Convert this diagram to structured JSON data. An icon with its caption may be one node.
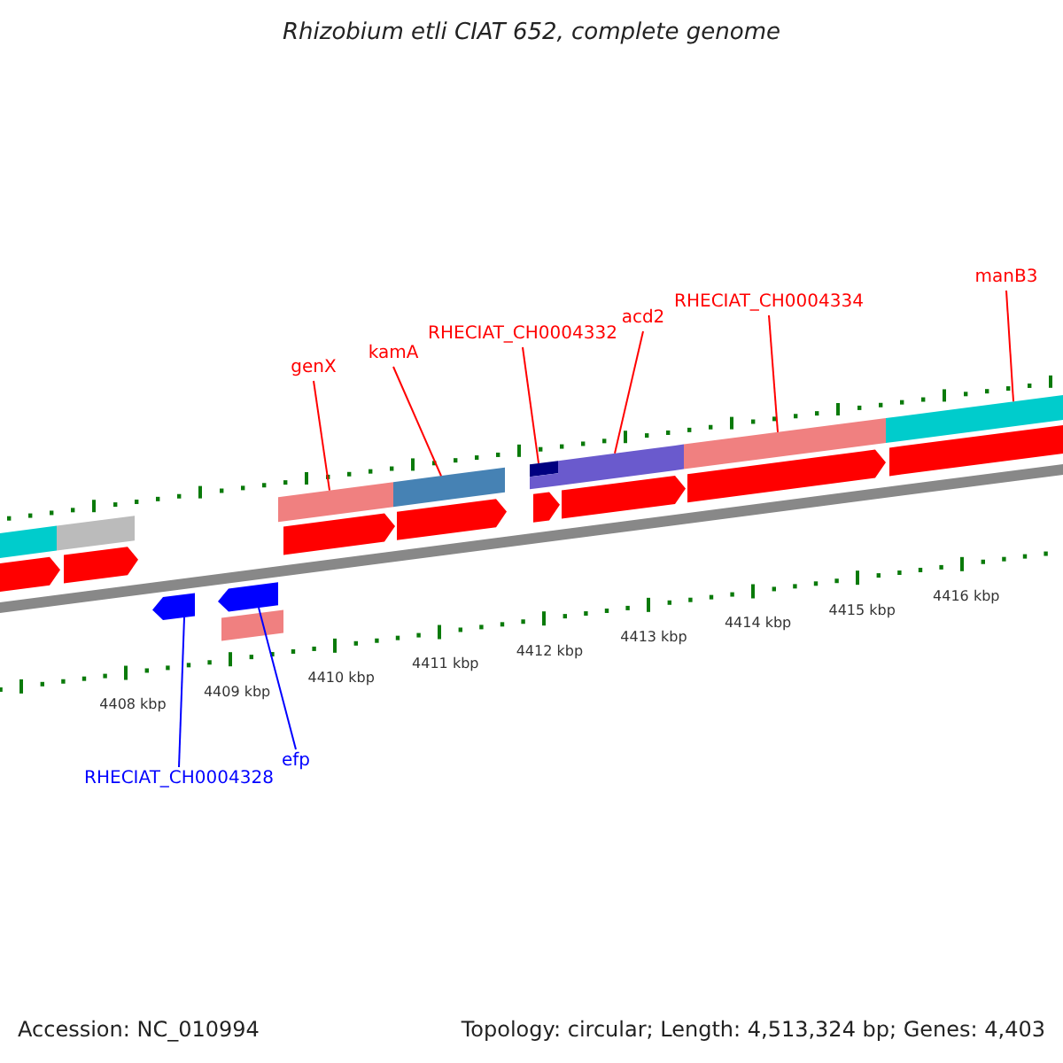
{
  "diagram": {
    "title": "Rhizobium etli CIAT 652, complete genome",
    "nodes": [
      {
        "text": [
          "genX"
        ]
      },
      {
        "text": [
          "kamA"
        ]
      },
      {
        "text": [
          "RHECIAT_CH0004332"
        ]
      },
      {
        "text": [
          "acd2"
        ]
      },
      {
        "text": [
          "RHECIAT_CH0004334"
        ]
      },
      {
        "text": [
          "manB3"
        ]
      },
      {
        "text": [
          "RHECIAT_CH0004328"
        ]
      },
      {
        "text": [
          "efp"
        ]
      },
      {
        "text": [],
        "shape": "pentagon"
      },
      {
        "text": [],
        "shape": "pentagon"
      },
      {
        "text": [],
        "shape": "bar"
      },
      {
        "text": [],
        "shape": "bar"
      },
      {
        "text": [],
        "shape": "bar"
      },
      {
        "text": [],
        "shape": "bar"
      },
      {
        "text": [],
        "shape": "bar"
      },
      {
        "text": [],
        "shape": "bar"
      },
      {
        "text": [],
        "shape": "bar"
      },
      {
        "text": [],
        "shape": "bar"
      },
      {
        "text": [],
        "shape": "pentagon"
      },
      {
        "text": [],
        "shape": "pentagon"
      },
      {
        "text": [],
        "shape": "pentagon"
      },
      {
        "text": [],
        "shape": "pentagon"
      },
      {
        "text": [],
        "shape": "pentagon"
      },
      {
        "text": [],
        "shape": "pentagon"
      },
      {
        "text": [],
        "shape": "pentagon"
      },
      {
        "text": [],
        "shape": "pentagon"
      },
      {
        "text": [],
        "shape": "bar"
      }
    ],
    "edges": [
      {
        "from": 0,
        "to": 10,
        "arrow": "none"
      },
      {
        "from": 1,
        "to": 11,
        "arrow": "none"
      },
      {
        "from": 2,
        "to": 12,
        "arrow": "none"
      },
      {
        "from": 3,
        "to": 13,
        "arrow": "none"
      },
      {
        "from": 4,
        "to": 14,
        "arrow": "none"
      },
      {
        "from": 5,
        "to": 15,
        "arrow": "none"
      },
      {
        "from": 6,
        "to": 8,
        "arrow": "none",
        "color": "#0000ff"
      },
      {
        "from": 7,
        "to": 9,
        "arrow": "none",
        "color": "#0000ff"
      }
    ],
    "labels": [
      "4408 kbp",
      "4409 kbp",
      "4410 kbp",
      "4411 kbp",
      "4412 kbp",
      "4413 kbp",
      "4414 kbp",
      "4415 kbp",
      "4416 kbp",
      "Accession: NC_010994",
      "Topology: circular; Length: 4,513,324 bp; Genes: 4,403"
    ]
  }
}
